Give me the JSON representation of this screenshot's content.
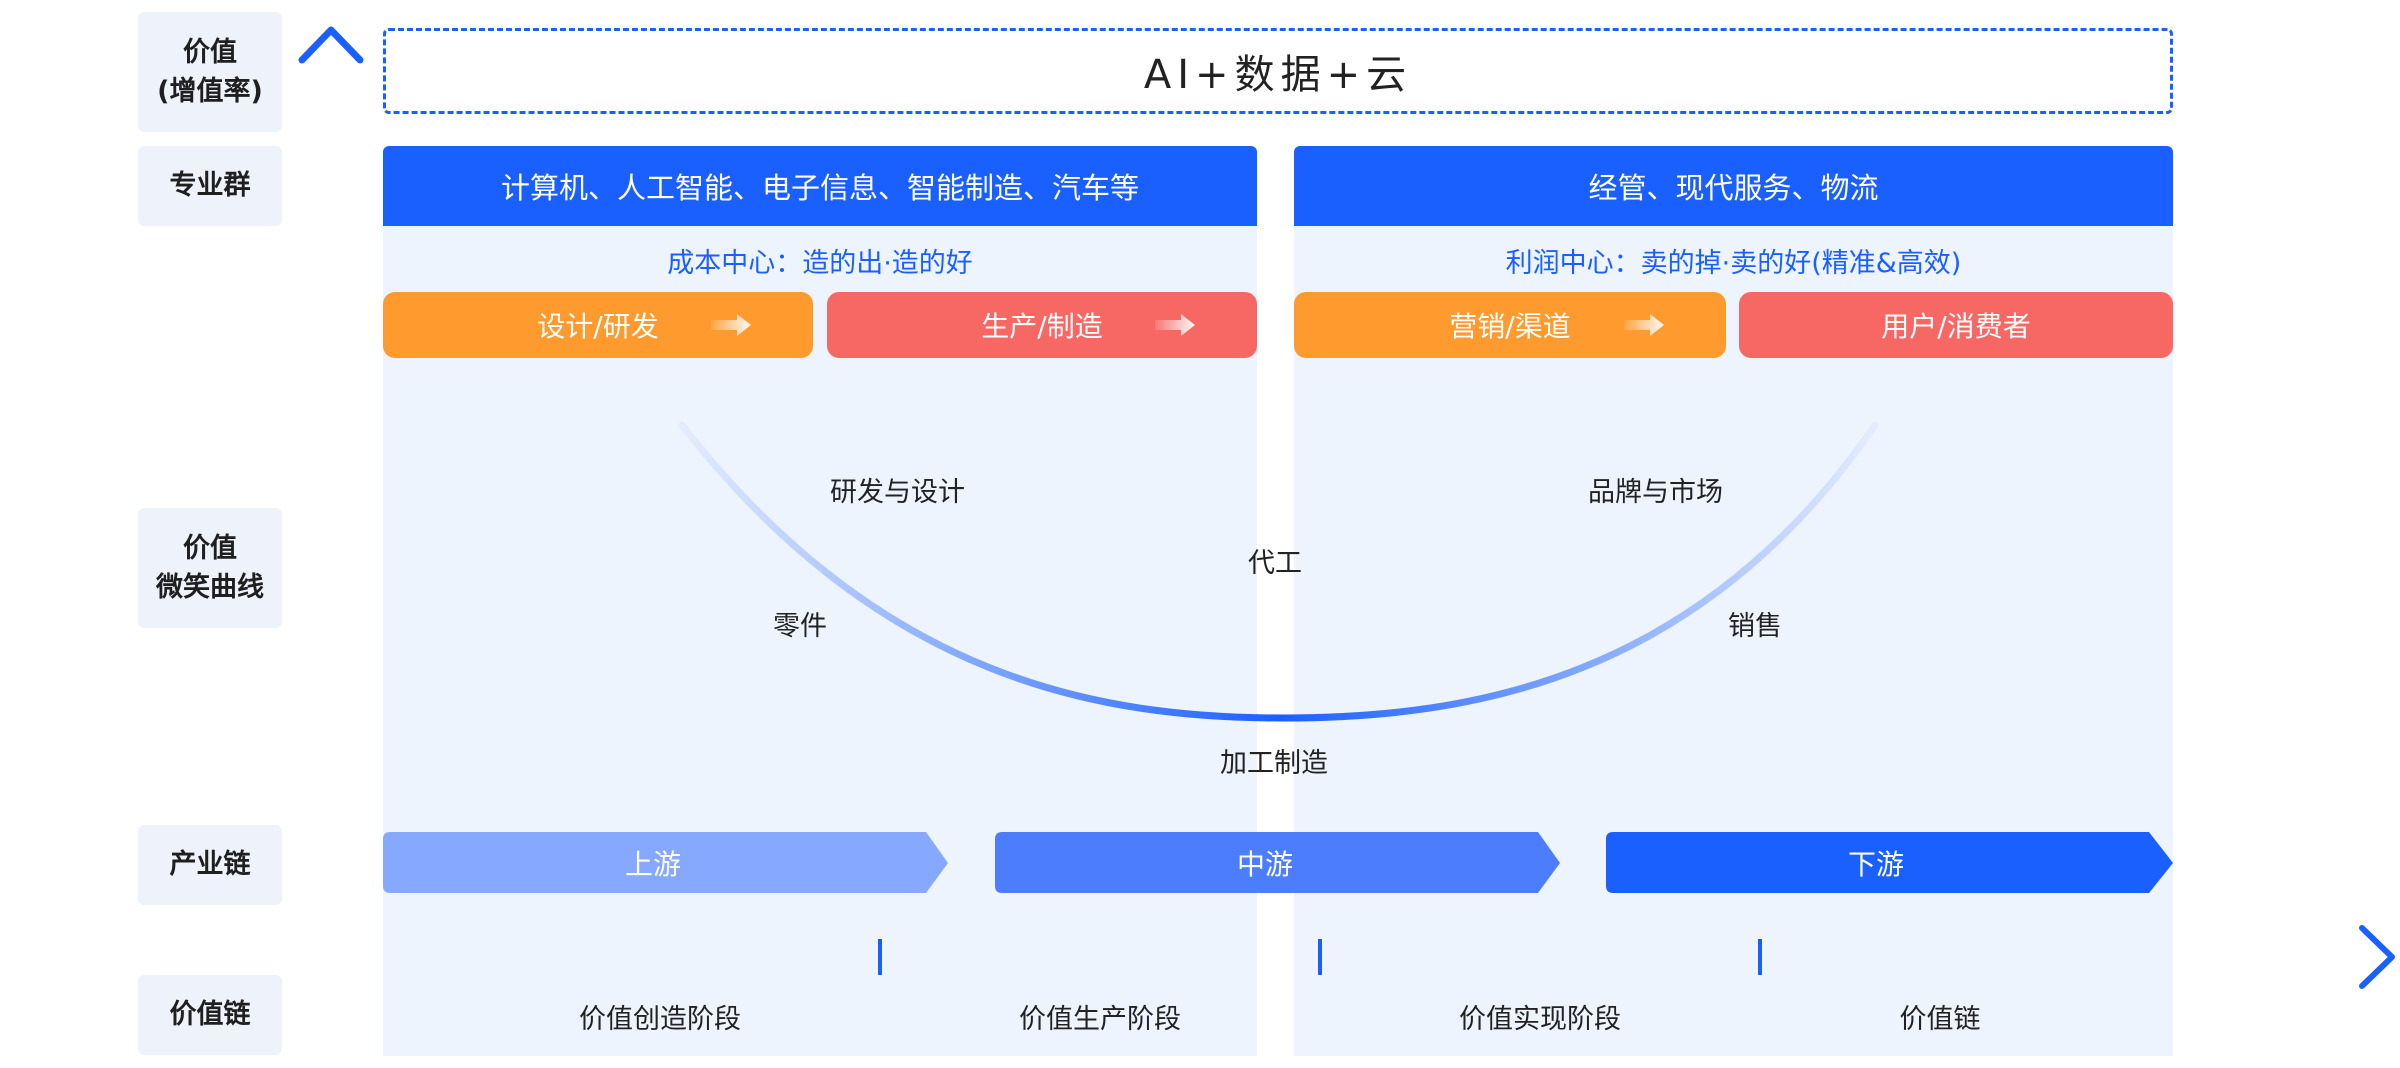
{
  "side_labels": {
    "value_rate": [
      "价值",
      "(增值率)"
    ],
    "majors": "专业群",
    "smile_curve": [
      "价值",
      "微笑曲线"
    ],
    "industry_chain": "产业链",
    "value_chain": "价值链"
  },
  "top_banner": "AI+数据+云",
  "groups": [
    {
      "header": "计算机、人工智能、电子信息、智能制造、汽车等",
      "center": "成本中心：造的出·造的好"
    },
    {
      "header": "经管、现代服务、物流",
      "center": "利润中心：卖的掉·卖的好(精准&高效)"
    }
  ],
  "stages": [
    {
      "label": "设计/研发",
      "color": "#ff9a2e",
      "arrow": true
    },
    {
      "label": "生产/制造",
      "color": "#f76864",
      "arrow": true
    },
    {
      "label": "营销/渠道",
      "color": "#ff9a2e",
      "arrow": true
    },
    {
      "label": "用户/消费者",
      "color": "#f76864",
      "arrow": false
    }
  ],
  "smile_curve": {
    "rd_design": "研发与设计",
    "brand_market": "品牌与市场",
    "oem": "代工",
    "parts": "零件",
    "sales": "销售",
    "processing": "加工制造"
  },
  "industry_chain": [
    {
      "label": "上游",
      "color": "#86a9ff"
    },
    {
      "label": "中游",
      "color": "#4b7dfc"
    },
    {
      "label": "下游",
      "color": "#1a5fff"
    }
  ],
  "value_chain": [
    "价值创造阶段",
    "价值生产阶段",
    "价值实现阶段",
    "价值链"
  ],
  "colors": {
    "primary": "#1a5fff",
    "panel": "#eef4fd",
    "orange": "#ff9a2e",
    "red": "#f76864"
  }
}
